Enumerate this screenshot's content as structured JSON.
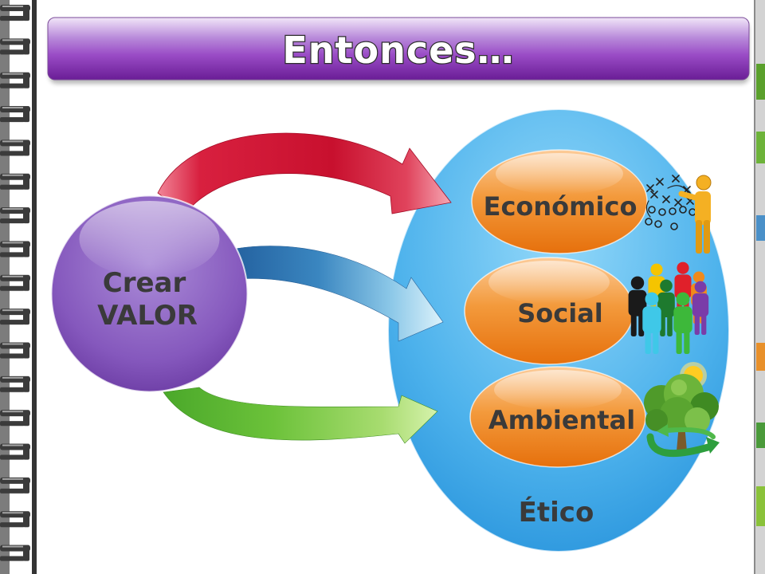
{
  "slide": {
    "title": "Entonces…",
    "bar_color": "#9a4cc6"
  },
  "source": {
    "lines": [
      "Crear",
      "VALOR"
    ],
    "color": "#8558bd"
  },
  "container": {
    "label": "Ético",
    "color": "#4db2ec"
  },
  "node_color": "#f39a3c",
  "dimensions": [
    {
      "label": "Económico",
      "icon": "strategy-play-icon",
      "arrow_color": "#c8102e"
    },
    {
      "label": "Social",
      "icon": "people-group-icon",
      "arrow_color": "#3a86c0"
    },
    {
      "label": "Ambiental",
      "icon": "tree-recycle-icon",
      "arrow_color": "#6cc23a"
    }
  ]
}
